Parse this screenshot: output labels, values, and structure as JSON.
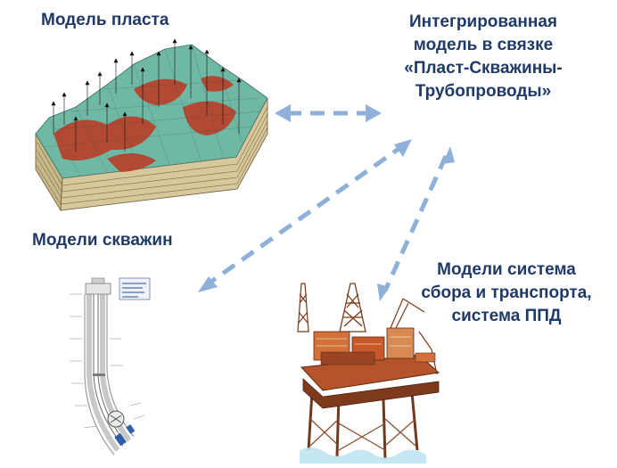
{
  "labels": {
    "reservoir": "Модель пласта",
    "integrated": [
      "Интегрированная",
      "модель в связке",
      "«Пласт-Скважины-",
      "Трубопроводы»"
    ],
    "wells": "Модели скважин",
    "surface": [
      "Модели система",
      "сбора и транспорта,",
      "система ППД"
    ]
  },
  "colors": {
    "text": "#1f3a66",
    "arrow": "#8fb0d9",
    "teal": "#6fb8a6",
    "red": "#b8402a",
    "rig_orange": "#c8582a"
  },
  "icons": {
    "reservoir": "reservoir-3d-model-icon",
    "well": "well-schematic-icon",
    "platform": "offshore-platform-icon"
  }
}
